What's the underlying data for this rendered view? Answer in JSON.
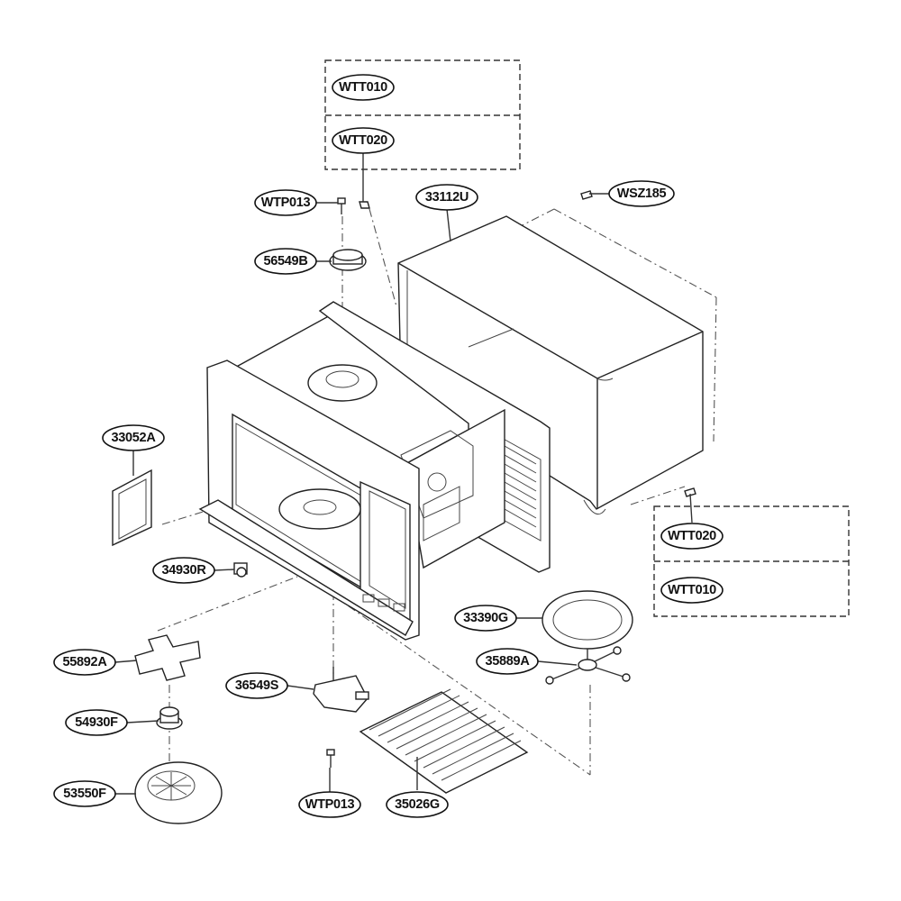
{
  "parts": [
    {
      "id": "WTT010"
    },
    {
      "id": "WTT020"
    },
    {
      "id": "WTP013"
    },
    {
      "id": "56549B"
    },
    {
      "id": "33112U"
    },
    {
      "id": "WSZ185"
    },
    {
      "id": "33052A"
    },
    {
      "id": "34930R"
    },
    {
      "id": "WTT020"
    },
    {
      "id": "WTT010"
    },
    {
      "id": "33390G"
    },
    {
      "id": "35889A"
    },
    {
      "id": "55892A"
    },
    {
      "id": "36549S"
    },
    {
      "id": "54930F"
    },
    {
      "id": "53550F"
    },
    {
      "id": "WTP013"
    },
    {
      "id": "35026G"
    }
  ]
}
